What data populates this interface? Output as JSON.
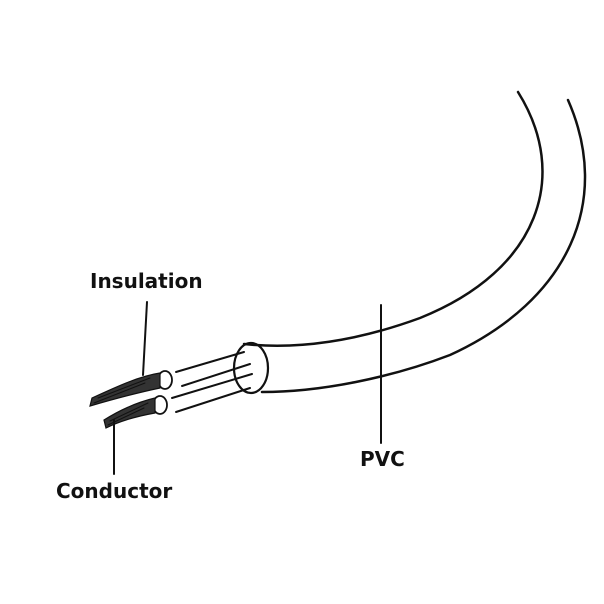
{
  "labels": {
    "insulation": "Insulation",
    "conductor": "Conductor",
    "pvc": "PVC"
  },
  "colors": {
    "line": "#111111",
    "background": "#ffffff",
    "strand_dark": "#333333"
  }
}
